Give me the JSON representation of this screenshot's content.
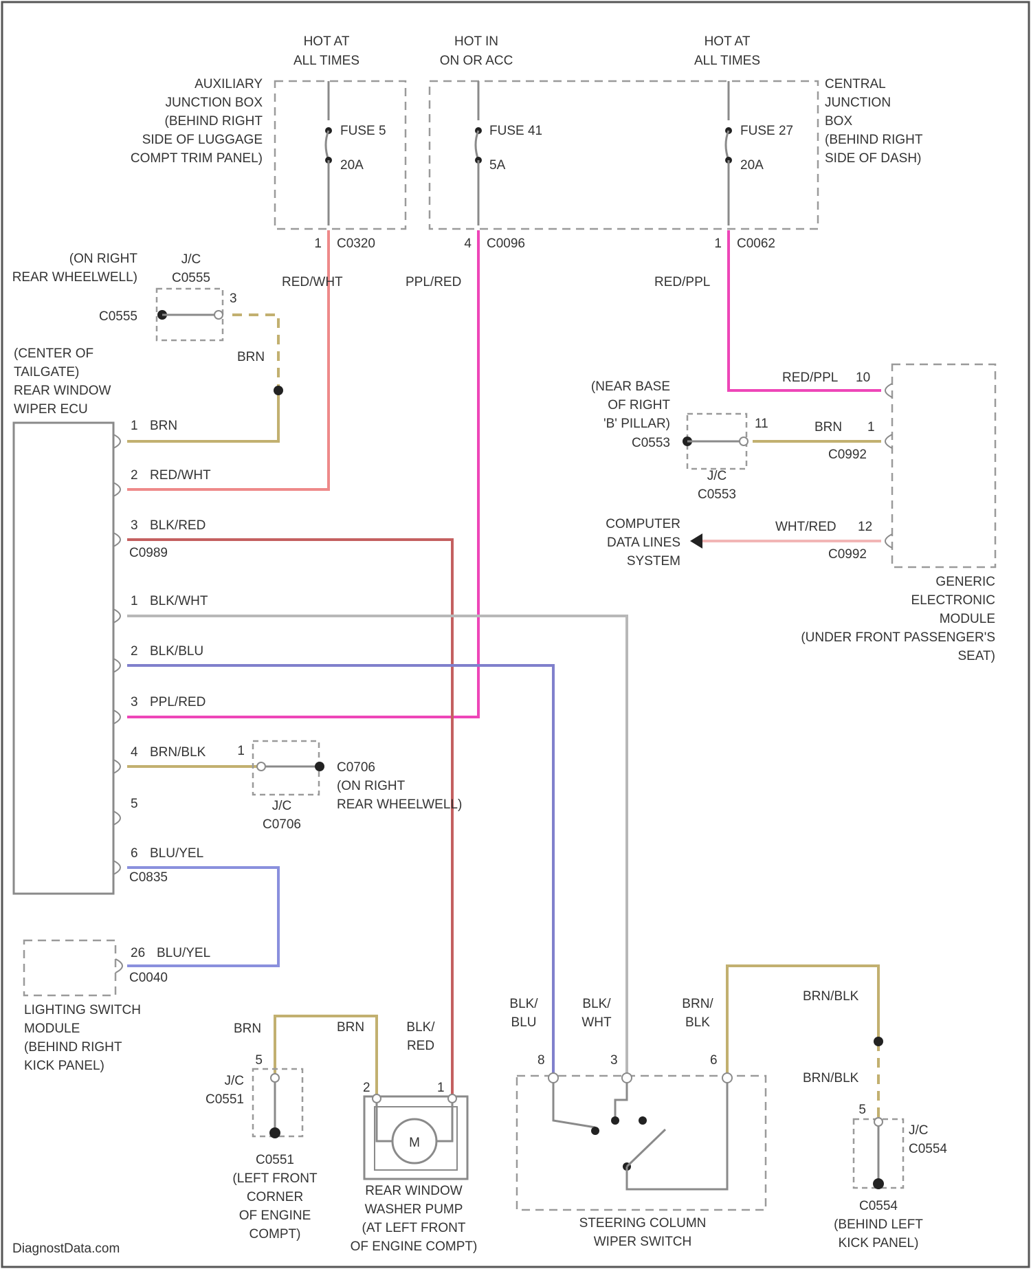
{
  "colors": {
    "RED/WHT": "#ee8a8a",
    "PPL/RED": "#ee46b8",
    "RED/PPL": "#ee46b8",
    "BRN": "#c2b070",
    "BLK/RED": "#c46060",
    "BLK/WHT": "#b8b8b8",
    "BLK/BLU": "#8080cc",
    "BRN/BLK": "#c2b070",
    "BLU/YEL": "#8a90dd",
    "WHT/RED": "#f2b6b6"
  },
  "power": {
    "hot1": [
      "HOT AT",
      "ALL TIMES"
    ],
    "hot2": [
      "HOT IN",
      "ON OR ACC"
    ],
    "hot3": [
      "HOT AT",
      "ALL TIMES"
    ],
    "aux_box": [
      "AUXILIARY",
      "JUNCTION BOX",
      "(BEHIND RIGHT",
      "SIDE OF LUGGAGE",
      "COMPT TRIM PANEL)"
    ],
    "central_box": [
      "CENTRAL",
      "JUNCTION",
      "BOX",
      "(BEHIND RIGHT",
      "SIDE OF DASH)"
    ],
    "fuses": [
      {
        "name": "FUSE 5",
        "amps": "20A",
        "pin": "1",
        "conn": "C0320"
      },
      {
        "name": "FUSE 41",
        "amps": "5A",
        "pin": "4",
        "conn": "C0096"
      },
      {
        "name": "FUSE 27",
        "amps": "20A",
        "pin": "1",
        "conn": "C0062"
      }
    ]
  },
  "wires": {
    "redwht": "RED/WHT",
    "pplred": "PPL/RED",
    "redppl": "RED/PPL",
    "brn": "BRN",
    "redppl2": "RED/PPL",
    "brn2": "BRN",
    "whtred": "WHT/RED",
    "brnblk": "BRN/BLK"
  },
  "splices": {
    "c0555_loc": [
      "(ON RIGHT",
      "REAR WHEELWELL)"
    ],
    "c0555_jc": [
      "J/C",
      "C0555"
    ],
    "c0555": "C0555",
    "c0555_pin": "3",
    "c0553_loc": [
      "(NEAR BASE",
      "OF RIGHT",
      "'B' PILLAR)"
    ],
    "c0553": "C0553",
    "c0553_jc": [
      "J/C",
      "C0553"
    ],
    "c0553_pin": "11",
    "c0706_loc": [
      "C0706",
      "(ON RIGHT",
      "REAR WHEELWELL)"
    ],
    "c0706_jc": [
      "J/C",
      "C0706"
    ],
    "c0706_pin": "1",
    "c0551_jc": [
      "J/C",
      "C0551"
    ],
    "c0551_pin": "5",
    "c0551_loc": [
      "C0551",
      "(LEFT FRONT",
      "CORNER",
      "OF ENGINE",
      "COMPT)"
    ],
    "c0554_jc": [
      "J/C",
      "C0554"
    ],
    "c0554_pin": "5",
    "c0554_loc": [
      "C0554",
      "(BEHIND LEFT",
      "KICK PANEL)"
    ]
  },
  "rear_ecu": {
    "label": [
      "(CENTER OF",
      "TAILGATE)",
      "REAR WINDOW",
      "WIPER ECU"
    ],
    "pins_top": [
      {
        "pin": "1",
        "wire": "BRN"
      },
      {
        "pin": "2",
        "wire": "RED/WHT"
      },
      {
        "pin": "3",
        "wire": "BLK/RED"
      }
    ],
    "conn_top": "C0989",
    "pins_bottom": [
      {
        "pin": "1",
        "wire": "BLK/WHT"
      },
      {
        "pin": "2",
        "wire": "BLK/BLU"
      },
      {
        "pin": "3",
        "wire": "PPL/RED"
      },
      {
        "pin": "4",
        "wire": "BRN/BLK"
      },
      {
        "pin": "5",
        "wire": ""
      },
      {
        "pin": "6",
        "wire": "BLU/YEL"
      }
    ],
    "conn_bottom": "C0835"
  },
  "gem": {
    "label": [
      "GENERIC",
      "ELECTRONIC",
      "MODULE",
      "(UNDER FRONT PASSENGER'S",
      "SEAT)"
    ],
    "pin_a": "10",
    "pin_b": "1",
    "pin_c": "12",
    "conn": "C0992",
    "cdl": [
      "COMPUTER",
      "DATA LINES",
      "SYSTEM"
    ]
  },
  "lighting": {
    "label": [
      "LIGHTING SWITCH",
      "MODULE",
      "(BEHIND RIGHT",
      "KICK PANEL)"
    ],
    "pin": "26",
    "wire": "BLU/YEL",
    "conn": "C0040"
  },
  "pump": {
    "label": [
      "REAR WINDOW",
      "WASHER PUMP",
      "(AT LEFT FRONT",
      "OF ENGINE COMPT)"
    ],
    "wire_brn": "BRN",
    "wire_brn2": "BRN",
    "wire_blk": [
      "BLK/",
      "RED"
    ],
    "pin2": "2",
    "pin1": "1",
    "motor": "M"
  },
  "switch": {
    "label": [
      "STEERING COLUMN",
      "WIPER SWITCH"
    ],
    "w1": [
      "BLK/",
      "BLU"
    ],
    "w2": [
      "BLK/",
      "WHT"
    ],
    "w3": [
      "BRN/",
      "BLK"
    ],
    "p1": "8",
    "p2": "3",
    "p3": "6"
  },
  "footer": {
    "brand": "DiagnostData.com"
  }
}
